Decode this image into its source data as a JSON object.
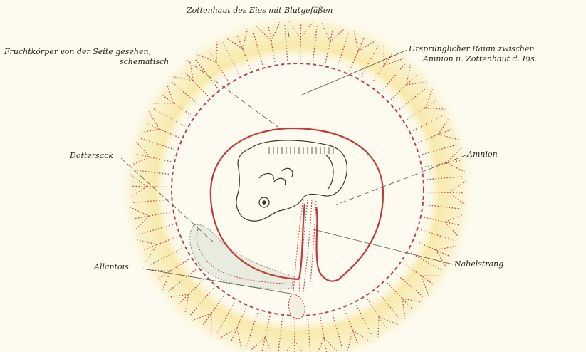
{
  "labels": {
    "chorion": "Zottenhaut des Eies mit Blutgefäßen",
    "embryo_line1": "Fruchtkörper von der Seite gesehen,",
    "embryo_line2": "schematisch",
    "space_line1": "Ursprünglicher Raum zwischen",
    "space_line2": "Amnion u. Zottenhaut d. Eis.",
    "yolk_sac": "Dottersack",
    "amnion": "Amnion",
    "allantois": "Allantois",
    "umbilical_cord": "Nabelstrang"
  },
  "colors": {
    "background": "#fdfbef",
    "halo": "#f7e9a6",
    "vessel": "#c0404a",
    "amnion_line": "#c23a3a",
    "outline": "#3a342a",
    "leader": "#555048",
    "yolk_fill": "#e7ecdf"
  }
}
